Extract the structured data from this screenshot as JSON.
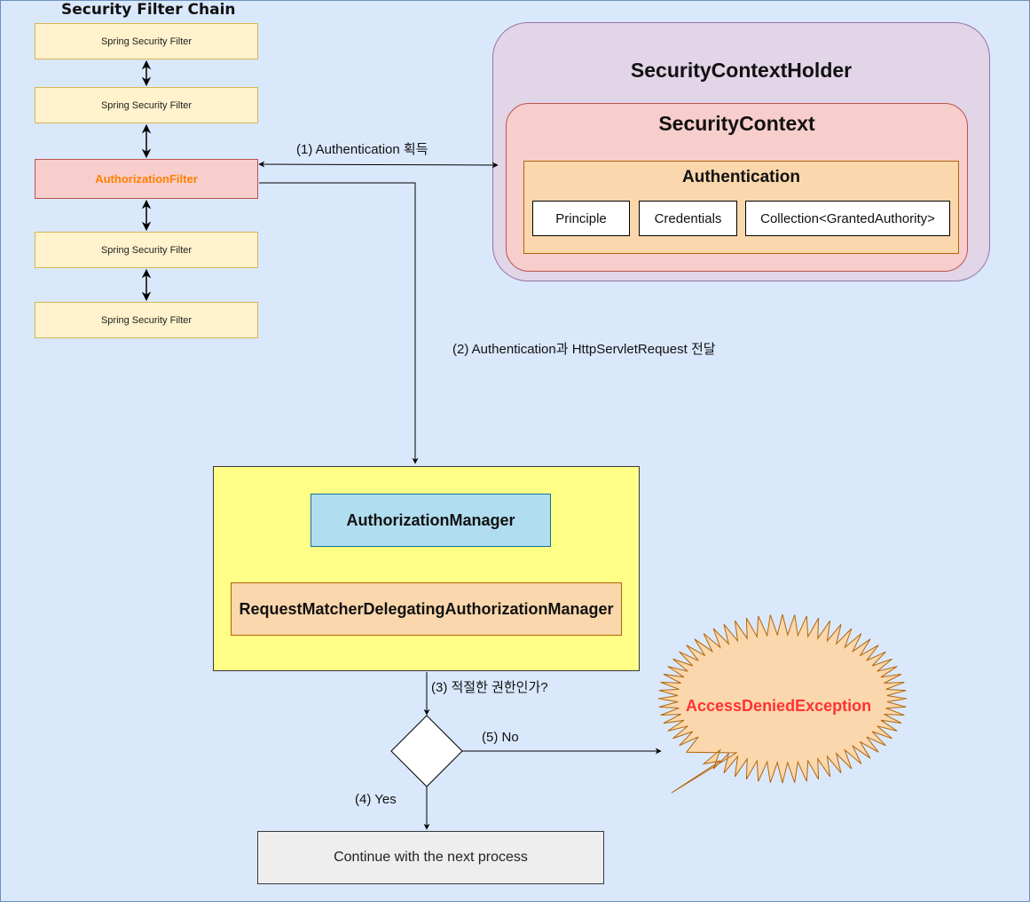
{
  "chain": {
    "title": "Security Filter Chain",
    "filter1": "Spring Security Filter",
    "filter2": "Spring Security Filter",
    "authz_filter": "AuthorizationFilter",
    "filter3": "Spring Security Filter",
    "filter4": "Spring Security Filter"
  },
  "holder": {
    "title": "SecurityContextHolder",
    "context_title": "SecurityContext",
    "auth_title": "Authentication",
    "items": [
      "Principle",
      "Credentials",
      "Collection<GrantedAuthority>"
    ]
  },
  "edges": {
    "step1": "(1) Authentication 획득",
    "step2": "(2) Authentication과 HttpServletRequest 전달",
    "step3": "(3) 적절한 권한인가?",
    "step4": "(4) Yes",
    "step5": "(5) No"
  },
  "manager": {
    "authorization_manager": "AuthorizationManager",
    "request_matcher": "RequestMatcherDelegatingAuthorizationManager"
  },
  "exception": "AccessDeniedException",
  "continue_label": "Continue with the next process",
  "colors": {
    "background": "#dae8fc",
    "filter_fill": "#fff2cc",
    "authz_filter_fill": "#f8cecc",
    "authz_filter_text": "#ff8000",
    "holder_fill": "#e1d5e7",
    "manager_fill": "#ffff88",
    "am_fill": "#b1ddf0",
    "exception_text": "#ff3333"
  }
}
